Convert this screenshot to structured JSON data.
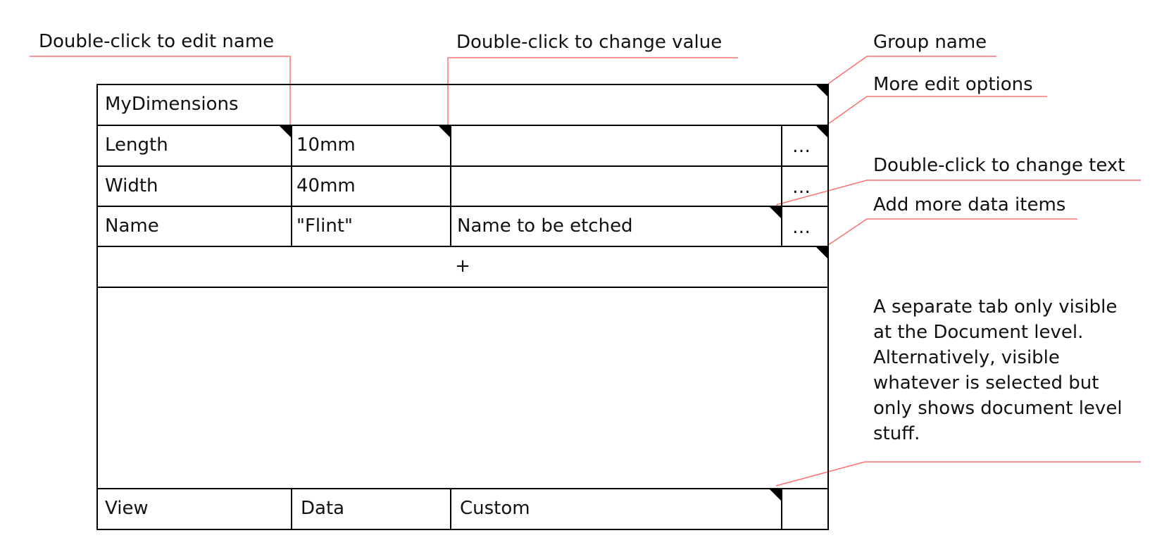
{
  "annotations": {
    "edit_name": "Double-click to edit name",
    "change_value": "Double-click to change value",
    "group_name": "Group name",
    "more_edit_options": "More edit options",
    "change_text": "Double-click to change text",
    "add_more_items": "Add more data items",
    "separate_tab_note": "A separate tab only visible\nat the Document level.\nAlternatively, visible\nwhatever is selected but\nonly shows document level\nstuff."
  },
  "panel": {
    "group_title": "MyDimensions",
    "rows": [
      {
        "name": "Length",
        "value": "10mm",
        "text": "",
        "more": "…"
      },
      {
        "name": "Width",
        "value": "40mm",
        "text": "",
        "more": "…"
      },
      {
        "name": "Name",
        "value": "\"Flint\"",
        "text": "Name to be etched",
        "more": "…"
      }
    ],
    "add_button": "+",
    "tabs": [
      "View",
      "Data",
      "Custom"
    ]
  },
  "colors": {
    "annotation_line": "#ff7070",
    "border": "#000000"
  }
}
